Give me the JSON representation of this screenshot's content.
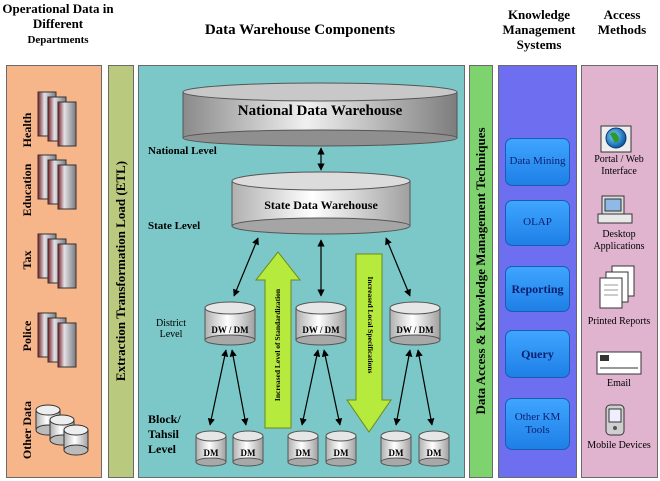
{
  "headers": {
    "operational": "Operational Data in Different",
    "departments": "Departments",
    "components": "Data Warehouse Components",
    "km": "Knowledge Management Systems",
    "access": "Access Methods"
  },
  "departments": [
    "Health",
    "Education",
    "Tax",
    "Police",
    "Other Data"
  ],
  "etl_label": "Extraction Transformation Load (ETL)",
  "data_access_label": "Data Access & Knowledge Management Techniques",
  "national_dw": "National Data Warehouse",
  "state_dw": "State Data Warehouse",
  "levels": {
    "national": "National Level",
    "state": "State Level",
    "district": "District Level",
    "block": "Block/ Tahsil Level"
  },
  "dwdm_label": "DW / DM",
  "dm_label": "DM",
  "arrow_up_label": "Increased Level of Standardization",
  "arrow_down_label": "Increased Local Specifications",
  "km_items": [
    "Data Mining",
    "OLAP",
    "Reporting",
    "Query",
    "Other KM Tools"
  ],
  "access_methods": [
    "Portal / Web Interface",
    "Desktop Applications",
    "Printed Reports",
    "Email",
    "Mobile Devices"
  ],
  "colors": {
    "dept_panel": "#f7b58a",
    "etl_panel": "#b9c97e",
    "dw_panel": "#7cc7c7",
    "access_bar": "#7fd36f",
    "km_panel": "#6d6ff0",
    "access_panel": "#e0b4cf",
    "km_button": "#2a90f5",
    "arrow": "#b6ea3c"
  }
}
